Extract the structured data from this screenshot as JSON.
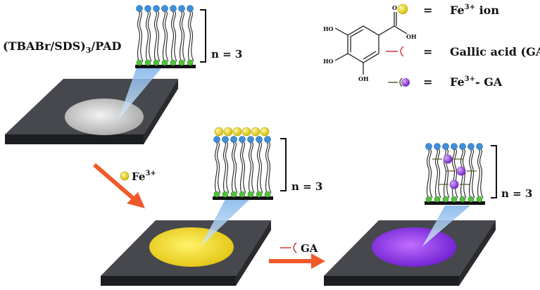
{
  "labels": {
    "film_name": "(TBABr/SDS)",
    "film_sub": "3",
    "film_suffix": "/PAD",
    "n_eq_1": "n = 3",
    "n_eq_2": "n = 3",
    "n_eq_3": "n = 3",
    "fe_symbol": "Fe",
    "fe_charge": "3+",
    "ga_label": "GA",
    "oh1": "HO",
    "oh2": "HO",
    "oh3": "OH",
    "cooh": "OH",
    "carbonyl_o": "O"
  },
  "legend": {
    "eq": "=",
    "fe_ion": {
      "symbol": "Fe",
      "charge": "3+",
      "text": " ion"
    },
    "gallic_acid": "Gallic acid (GA)",
    "fe_ga": {
      "symbol": "Fe",
      "charge": "3+",
      "text": "- GA"
    }
  },
  "colors": {
    "plate_top": "#46484d",
    "plate_side": "#1c1d20",
    "circle_white": "#dcdcdc",
    "circle_yellow": "#f2dc1f",
    "circle_purple": "#9b3df0",
    "arrow": "#f05a2a",
    "beam": "#a9c9ec",
    "head_blue": "#3f8fd8",
    "tail_green": "#52c23c",
    "fe_yellow": "#e8d52a",
    "ga_purple": "#8a3ad6",
    "ga_stick": "#d04040"
  }
}
